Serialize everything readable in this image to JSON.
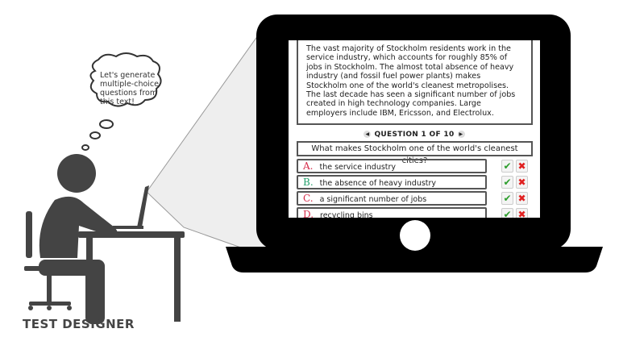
{
  "thought_bubble": "Let's generate multiple-choice questions from this text!",
  "caption": "TEST DESIGNER",
  "screen": {
    "passage": "The vast majority of Stockholm residents work in the service industry, which accounts for roughly 85% of jobs in Stockholm. The almost total absence of heavy industry (and fossil fuel power plants) makes Stockholm one of the world's cleanest metropolises. The last decade has seen a significant number of jobs created in high technology companies. Large employers include IBM, Ericsson, and Electrolux.",
    "question_header": "QUESTION 1 OF 10",
    "question": "What makes Stockholm one of the world's cleanest cities?",
    "options": [
      {
        "letter": "A.",
        "text": "the service industry",
        "color": "#d62b4a"
      },
      {
        "letter": "B.",
        "text": "the absence of heavy industry",
        "color": "#22a06b"
      },
      {
        "letter": "C.",
        "text": "a significant number of jobs",
        "color": "#d62b4a"
      },
      {
        "letter": "D.",
        "text": "recycling bins",
        "color": "#d62b4a"
      }
    ],
    "accept_icon": "✔",
    "reject_icon": "✖",
    "accept_color": "#2e9e2e",
    "reject_color": "#e02020"
  }
}
